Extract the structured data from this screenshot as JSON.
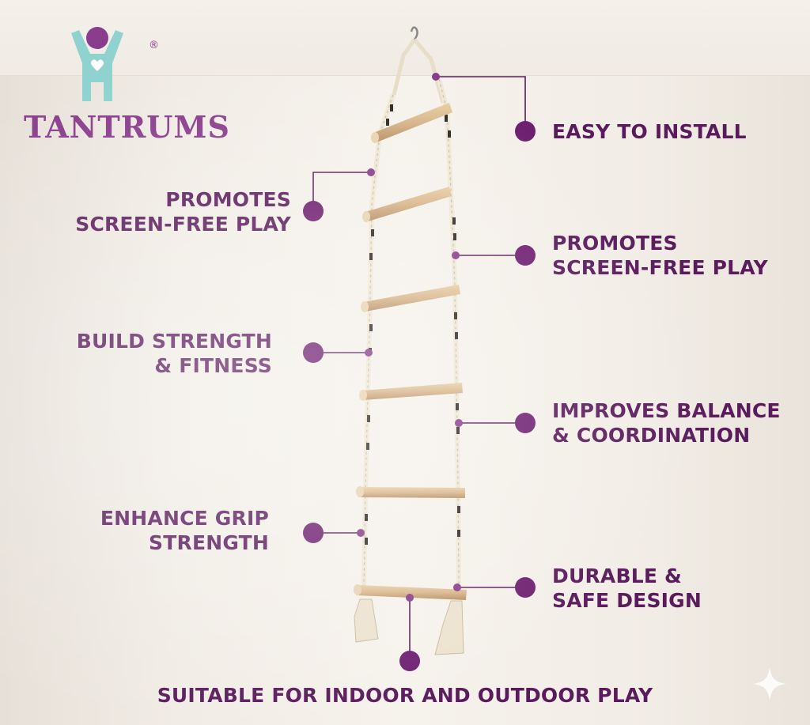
{
  "brand": {
    "name": "TANTRUMS",
    "registered_mark": "®",
    "colors": {
      "figure_body": "#8fd2cf",
      "figure_head": "#8a3d8d",
      "heart": "#ffffff"
    }
  },
  "accent_color": "#5a1b5c",
  "features": {
    "easy_install": {
      "lines": [
        "EASY TO INSTALL"
      ]
    },
    "screen_free_left": {
      "lines": [
        "PROMOTES",
        "SCREEN-FREE PLAY"
      ]
    },
    "screen_free_right": {
      "lines": [
        "PROMOTES",
        "SCREEN-FREE PLAY"
      ]
    },
    "strength_fitness": {
      "lines": [
        "BUILD STRENGTH",
        "& FITNESS"
      ]
    },
    "balance_coordination": {
      "lines": [
        "IMPROVES BALANCE",
        "& COORDINATION"
      ]
    },
    "grip_strength": {
      "lines": [
        "ENHANCE GRIP",
        "STRENGTH"
      ]
    },
    "durable_safe": {
      "lines": [
        "DURABLE &",
        "SAFE DESIGN"
      ]
    },
    "indoor_outdoor": {
      "lines": [
        "SUITABLE FOR INDOOR AND OUTDOOR PLAY"
      ]
    }
  },
  "icons": {
    "sparkle": "sparkle-icon",
    "callout_dot": "callout-dot-icon"
  }
}
